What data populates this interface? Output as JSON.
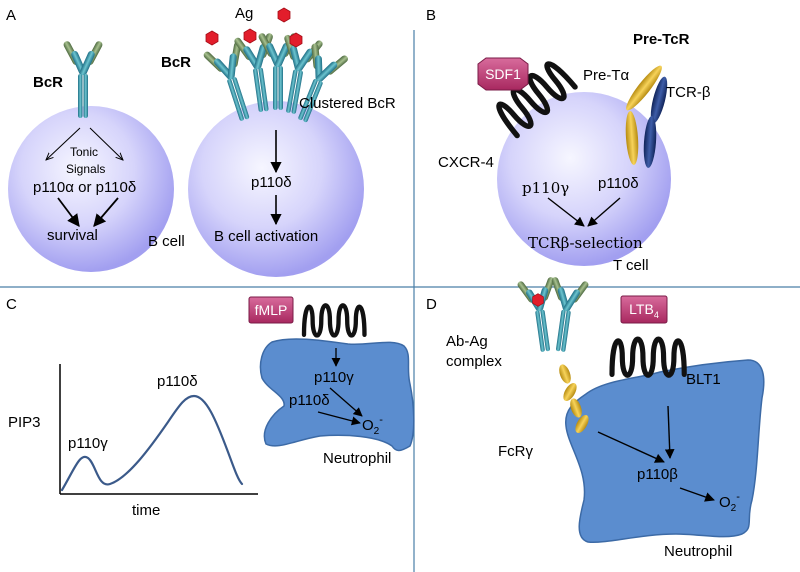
{
  "panels": {
    "a": {
      "letter": "A",
      "bcr_left": "BcR",
      "bcr_right": "BcR",
      "ag": "Ag",
      "tonic_line1": "Tonic",
      "tonic_line2": "Signals",
      "p110_options": "p110α or p110δ",
      "survival": "survival",
      "p110_delta": "p110δ",
      "activation": "B cell activation",
      "b_cell": "B cell",
      "clustered": "Clustered BcR"
    },
    "b": {
      "letter": "B",
      "sdf1": "SDF1",
      "pre_tcr": "Pre-TcR",
      "pre_talpha": "Pre-Tα",
      "tcr_beta": "TCR-β",
      "cxcr4": "CXCR-4",
      "p110_gamma": "p110γ",
      "p110_delta": "p110δ",
      "selection": "TCRβ-selection",
      "t_cell": "T cell"
    },
    "c": {
      "letter": "C",
      "fmlp": "fMLP",
      "pip3": "PIP3",
      "time": "time",
      "peak_gamma": "p110γ",
      "peak_delta": "p110δ",
      "cell_gamma": "p110γ",
      "cell_delta": "p110δ",
      "o2": "O",
      "o2_sub": "2",
      "o2_sup": "-",
      "neutrophil": "Neutrophil"
    },
    "d": {
      "letter": "D",
      "ltb": "LTB",
      "ltb_sub": "4",
      "abag_line1": "Ab-Ag",
      "abag_line2": "complex",
      "blt1": "BLT1",
      "fcr": "FcRγ",
      "p110_beta": "p110β",
      "o2": "O",
      "o2_sub": "2",
      "o2_sup": "-",
      "neutrophil": "Neutrophil"
    }
  },
  "colors": {
    "divider": "#4a7fa8",
    "cell_center": "#f4f4ff",
    "cell_edge": "#9d9aee",
    "neutrophil": "#5b8dcf",
    "neutrophil_edge": "#3c6aa6",
    "receptor_teal": "#3a9aa8",
    "receptor_olive": "#7d9a66",
    "antigen": "#e21d2b",
    "badge": "#c2457f",
    "helix": "#111111",
    "pre_talpha": "#e8b82a",
    "tcr_beta": "#203a80",
    "curve": "#3b5a8a"
  }
}
